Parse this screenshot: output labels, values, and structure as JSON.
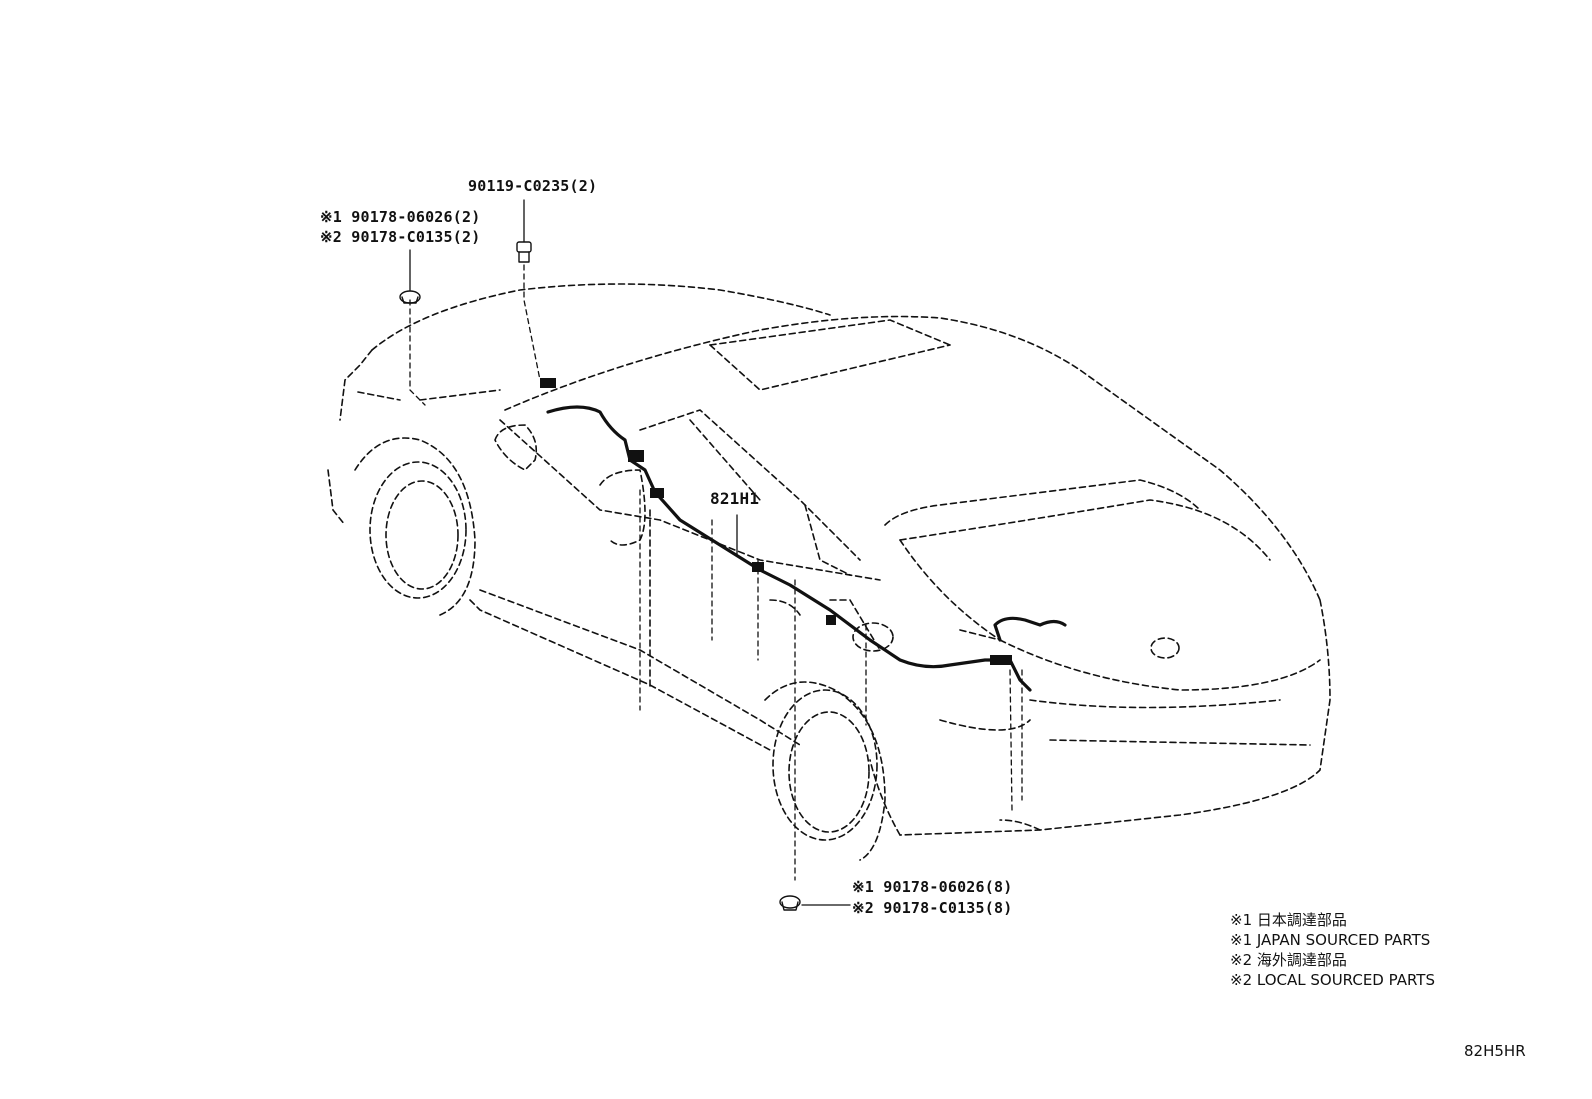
{
  "callouts": {
    "top_bolt": "90119-C0235(2)",
    "top_left_line1": "※1 90178-06026(2)",
    "top_left_line2": "※2 90178-C0135(2)",
    "harness": "821H1",
    "bottom_line1": "※1 90178-06026(8)",
    "bottom_line2": "※2 90178-C0135(8)"
  },
  "legend": [
    "※1 日本調達部品",
    "※1 JAPAN SOURCED PARTS",
    "※2 海外調達部品",
    "※2 LOCAL SOURCED PARTS"
  ],
  "illustration_code": "82H5HR"
}
